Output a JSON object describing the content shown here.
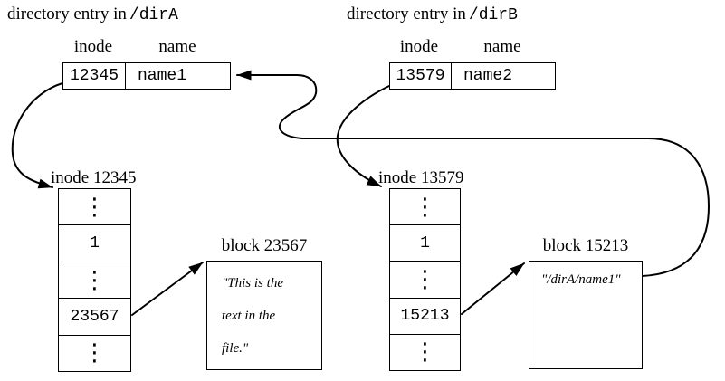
{
  "colors": {
    "ink": "#000000",
    "background": "#ffffff"
  },
  "dir_a": {
    "title_prefix": "directory entry in",
    "title_path": "/dirA",
    "header_inode": "inode",
    "header_name": "name",
    "inode_value": "12345",
    "name_value": "name1"
  },
  "dir_b": {
    "title_prefix": "directory entry in",
    "title_path": "/dirB",
    "header_inode": "inode",
    "header_name": "name",
    "inode_value": "13579",
    "name_value": "name2"
  },
  "inode_a": {
    "label": "inode 12345",
    "rows": [
      "⋮",
      "1",
      "⋮",
      "23567",
      "⋮"
    ]
  },
  "inode_b": {
    "label": "inode 13579",
    "rows": [
      "⋮",
      "1",
      "⋮",
      "15213",
      "⋮"
    ]
  },
  "block_a": {
    "label": "block 23567",
    "lines": [
      "\"This is the",
      "text in the",
      "file.\""
    ]
  },
  "block_b": {
    "label": "block 15213",
    "text": "\"/dirA/name1\""
  }
}
